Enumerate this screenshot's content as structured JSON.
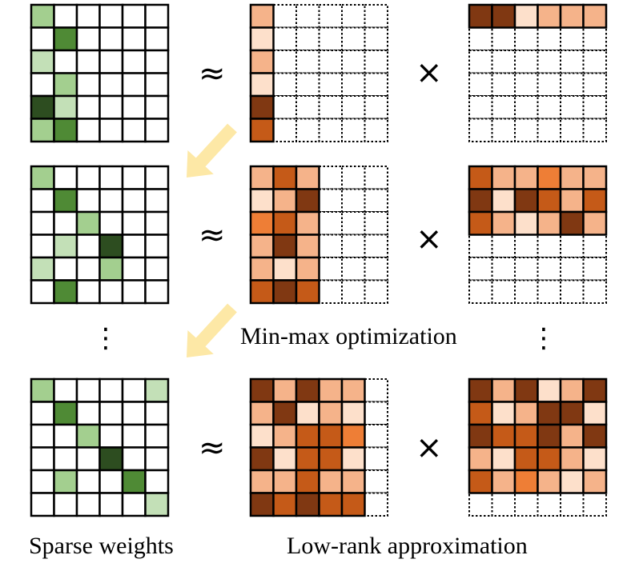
{
  "labels": {
    "sparse_weights": "Sparse weights",
    "low_rank": "Low-rank approximation",
    "minmax": "Min-max optimization",
    "approx_symbol": "≈",
    "times_symbol": "×",
    "vdots": "⋮"
  },
  "colors": {
    "green": {
      "1": "#c3e0b7",
      "2": "#a3cf8f",
      "3": "#4f8a35",
      "4": "#2d4d20"
    },
    "orange": {
      "1": "#fde0cb",
      "2": "#f5b38a",
      "3": "#ee7e36",
      "4": "#c55a18",
      "5": "#803812"
    },
    "arrow": "#fde8a6",
    "line": "#000000"
  },
  "rows": [
    {
      "sparse": [
        [
          2,
          0,
          0,
          0,
          0,
          0
        ],
        [
          0,
          3,
          0,
          0,
          0,
          0
        ],
        [
          1,
          0,
          0,
          0,
          0,
          0
        ],
        [
          0,
          2,
          0,
          0,
          0,
          0
        ],
        [
          4,
          1,
          0,
          0,
          0,
          0
        ],
        [
          2,
          3,
          0,
          0,
          0,
          0
        ]
      ],
      "left": [
        [
          2
        ],
        [
          1
        ],
        [
          2
        ],
        [
          1
        ],
        [
          5
        ],
        [
          4
        ]
      ],
      "right": [
        [
          5,
          5,
          1,
          2,
          2,
          2
        ]
      ]
    },
    {
      "sparse": [
        [
          2,
          0,
          0,
          0,
          0,
          0
        ],
        [
          0,
          3,
          0,
          0,
          0,
          0
        ],
        [
          0,
          0,
          2,
          0,
          0,
          0
        ],
        [
          0,
          1,
          0,
          4,
          0,
          0
        ],
        [
          1,
          0,
          0,
          2,
          0,
          0
        ],
        [
          0,
          3,
          0,
          0,
          0,
          0
        ]
      ],
      "left": [
        [
          2,
          4,
          2
        ],
        [
          1,
          2,
          5
        ],
        [
          3,
          4,
          2
        ],
        [
          2,
          5,
          2
        ],
        [
          2,
          1,
          2
        ],
        [
          4,
          5,
          4
        ]
      ],
      "right": [
        [
          4,
          2,
          2,
          3,
          2,
          2
        ],
        [
          5,
          1,
          5,
          4,
          2,
          4
        ],
        [
          4,
          2,
          1,
          2,
          5,
          2
        ]
      ]
    },
    {
      "sparse": [
        [
          2,
          0,
          0,
          0,
          0,
          1
        ],
        [
          0,
          3,
          0,
          0,
          0,
          0
        ],
        [
          0,
          0,
          2,
          0,
          0,
          0
        ],
        [
          0,
          0,
          0,
          4,
          0,
          0
        ],
        [
          0,
          2,
          0,
          0,
          3,
          0
        ],
        [
          0,
          0,
          0,
          0,
          0,
          1
        ]
      ],
      "left": [
        [
          5,
          2,
          5,
          2,
          2
        ],
        [
          2,
          5,
          1,
          2,
          1
        ],
        [
          1,
          2,
          4,
          4,
          3
        ],
        [
          5,
          1,
          4,
          4,
          1
        ],
        [
          2,
          2,
          4,
          2,
          2
        ],
        [
          5,
          4,
          5,
          4,
          4
        ]
      ],
      "right": [
        [
          5,
          2,
          5,
          1,
          2,
          5
        ],
        [
          4,
          1,
          2,
          5,
          5,
          1
        ],
        [
          5,
          4,
          4,
          5,
          2,
          5
        ],
        [
          2,
          1,
          4,
          4,
          2,
          1
        ],
        [
          4,
          2,
          3,
          2,
          1,
          2
        ]
      ]
    }
  ]
}
